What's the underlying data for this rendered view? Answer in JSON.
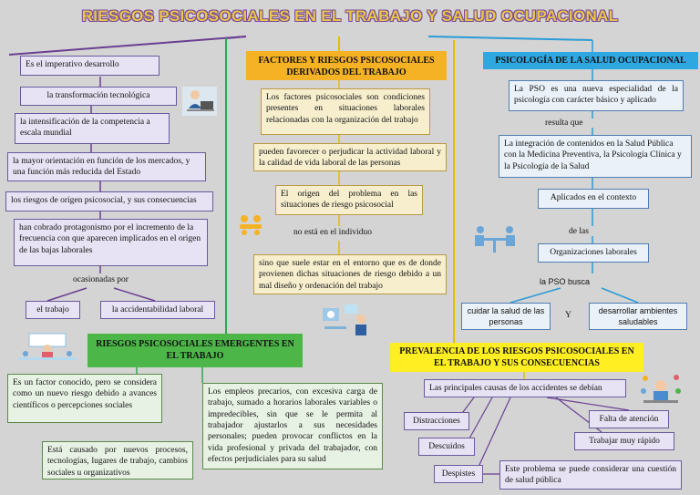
{
  "title": "RIESGOS PSICOSOCIALES EN EL TRABAJO Y SALUD OCUPACIONAL",
  "colors": {
    "title_fill": "#e8c64a",
    "title_outline": "#7a4a9a",
    "left_branch": "#6a3f93",
    "middle_branch": "#e0c000",
    "green_branch": "#2ea84a",
    "right_branch": "#2a9bd6",
    "orange_header": "#f5b225",
    "blue_header": "#2fa7e0",
    "green_header": "#4cb648",
    "yellow_header": "#ffee22"
  },
  "left": {
    "items": [
      "Es el imperativo desarrollo",
      "la transformación tecnológica",
      "la intensificación de la competencia a escala mundial",
      "la mayor orientación en función de los mercados, y una función más reducida del Estado",
      "los riesgos de origen psicosocial, y sus consecuencias",
      "han cobrado protagonismo por el incremento de la frecuencia con que aparecen implicados en el origen de las bajas laborales"
    ],
    "connector": "ocasionadas por",
    "causes": [
      "el trabajo",
      "la accidentabilidad laboral"
    ]
  },
  "middle": {
    "header": "FACTORES Y RIESGOS PSICOSOCIALES DERIVADOS DEL TRABAJO",
    "box1": "Los factores psicosociales son condiciones presentes en situaciones laborales relacionadas con la organización del trabajo",
    "box2": "pueden favorecer o perjudicar la actividad laboral y la calidad de vida laboral de las personas",
    "box3": "El origen del problema en las situaciones de riesgo psicosocial",
    "connector": "no está en el individuo",
    "box4": "sino que suele estar en el entorno que es de donde provienen dichas situaciones de riesgo debido a un mal diseño y ordenación del trabajo"
  },
  "right": {
    "header": "PSICOLOGÍA DE LA SALUD OCUPACIONAL",
    "box1": "La PSO es una nueva especialidad de la psicología con carácter básico y aplicado",
    "connector1": "resulta que",
    "box2": "La integración de contenidos en la Salud Pública con la Medicina Preventiva, la Psicología Clínica y la Psicología de la Salud",
    "box3": "Aplicados en el contexto",
    "connector2": "de las",
    "box4": "Organizaciones laborales",
    "connector3": "la PSO busca",
    "goal1": "cuidar la salud de las personas",
    "and": "Y",
    "goal2": "desarrollar ambientes saludables"
  },
  "emergent": {
    "header": "RIESGOS PSICOSOCIALES EMERGENTES EN EL TRABAJO",
    "box1": "Es un factor conocido, pero se considera como un nuevo riesgo debido a avances científicos o percepciones sociales",
    "box2": "Está causado por nuevos procesos, tecnologías, lugares de trabajo, cambios sociales u organizativos",
    "box3": "Los empleos precarios, con excesiva carga de trabajo, sumado a horarios laborales variables o impredecibles, sin que se le permita al trabajador ajustarlos a sus necesidades personales; pueden provocar conflictos en la vida profesional y privada del trabajador, con efectos perjudiciales para su salud"
  },
  "prevalence": {
    "header": "PREVALENCIA DE LOS RIESGOS PSICOSOCIALES EN EL TRABAJO Y SUS CONSECUENCIAS",
    "causes_intro": "Las principales causas de los accidentes se debían",
    "causes": [
      "Distracciones",
      "Falta de atención",
      "Descuidos",
      "Trabajar muy rápido",
      "Despistes"
    ],
    "conclusion": "Este problema se puede considerar una cuestión de salud pública"
  },
  "icons": [
    "office-worker-icon",
    "team-meeting-icon",
    "meeting-table-icon",
    "workspace-icon",
    "classroom-icon",
    "stressed-worker-icon"
  ]
}
